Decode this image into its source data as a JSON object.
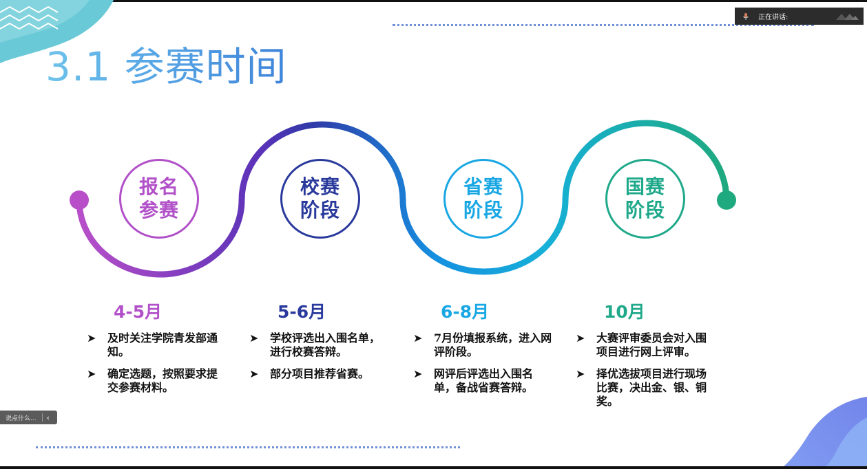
{
  "speaker": {
    "label": "正在讲话:"
  },
  "slide": {
    "title": "3.1 参赛时间",
    "stages": [
      {
        "line1": "报名",
        "line2": "参赛",
        "month": "4-5月",
        "items": [
          "及时关注学院青发部通知。",
          "确定选题，按照要求提交参赛材料。"
        ]
      },
      {
        "line1": "校赛",
        "line2": "阶段",
        "month": "5-6月",
        "items": [
          "学校评选出入围名单，进行校赛答辩。",
          "部分项目推荐省赛。"
        ]
      },
      {
        "line1": "省赛",
        "line2": "阶段",
        "month": "6-8月",
        "items": [
          "7月份填报系统，进入网评阶段。",
          "网评后评选出入围名单，备战省赛答辩。"
        ]
      },
      {
        "line1": "国赛",
        "line2": "阶段",
        "month": "10月",
        "items": [
          "大赛评审委员会对入围项目进行网上评审。",
          "择优选拔项目进行现场比赛，决出金、银、铜奖。"
        ]
      }
    ],
    "colors": {
      "stage1": "#b150c8",
      "stage2": "#2a3a9c",
      "stage3": "#19a7e4",
      "stage4": "#1fa98a"
    }
  },
  "chat": {
    "placeholder": "说点什么..."
  },
  "icons": {
    "bullet": "arrowhead-icon",
    "chat_toggle": "chevron-left-icon",
    "speaker": "microphone-icon"
  }
}
